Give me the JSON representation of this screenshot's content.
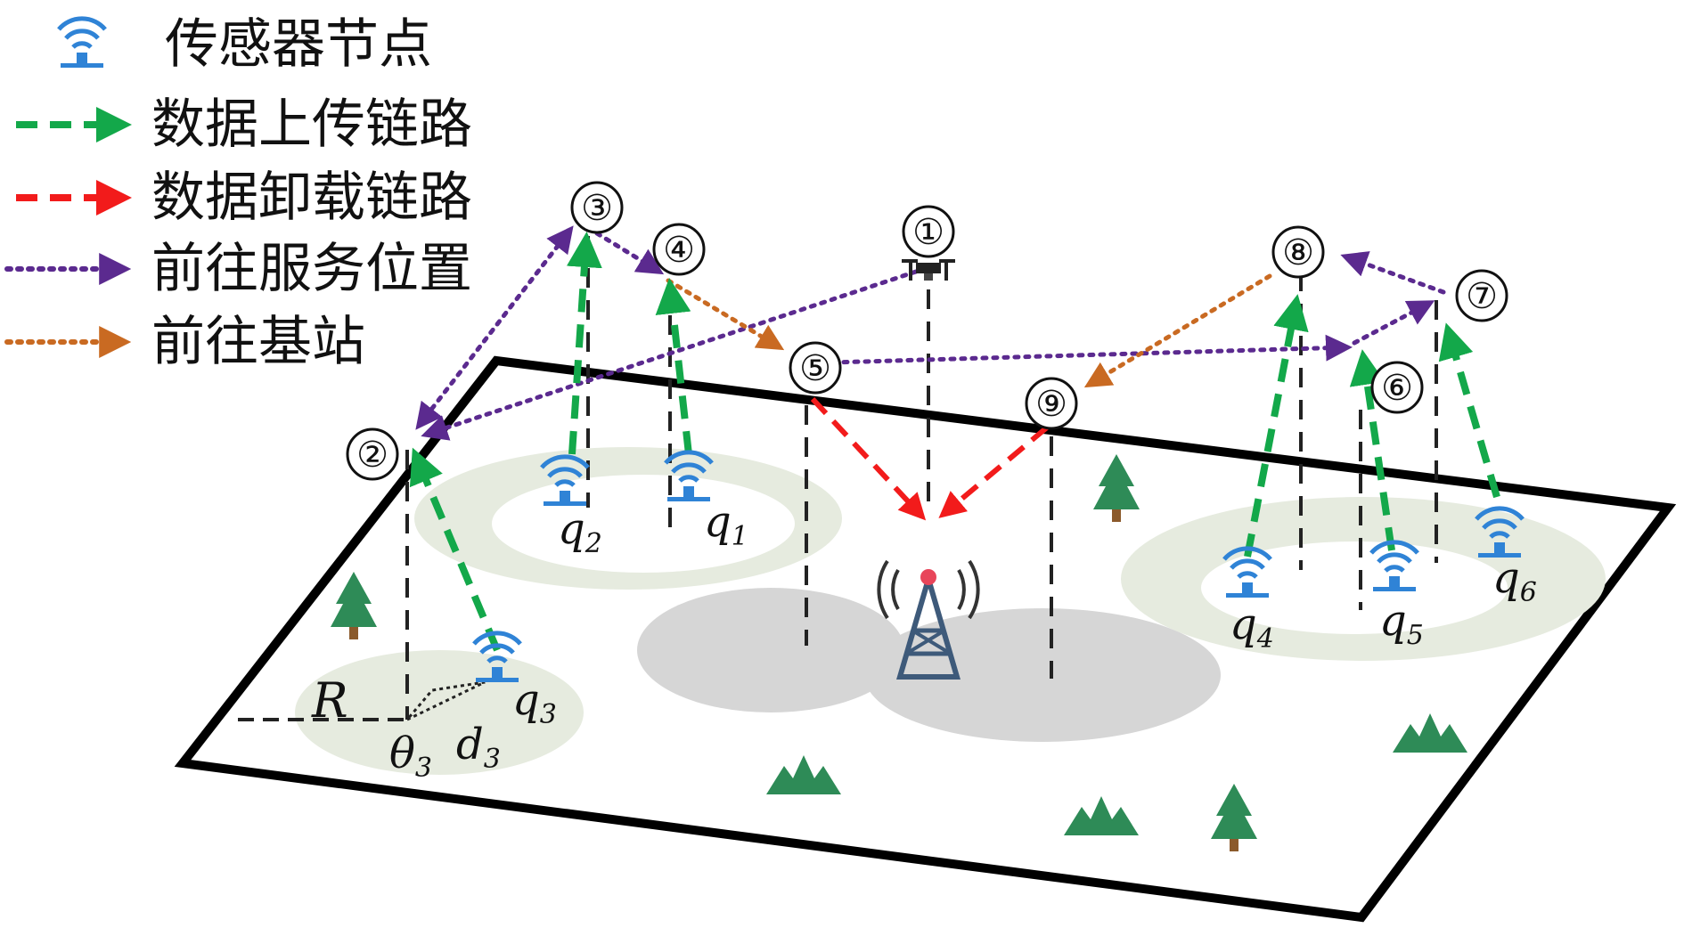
{
  "legend": [
    {
      "key": "sensor",
      "label": "传感器节点"
    },
    {
      "key": "upload",
      "label": "数据上传链路"
    },
    {
      "key": "offload",
      "label": "数据卸载链路"
    },
    {
      "key": "to_service",
      "label": "前往服务位置"
    },
    {
      "key": "to_bs",
      "label": "前往基站"
    }
  ],
  "colors": {
    "upload": "#13a84a",
    "offload": "#f21b1b",
    "to_service": "#5b2a8f",
    "to_bs": "#c96a22",
    "sensor": "#2f83d6",
    "tree": "#2e8b57",
    "coverage_green": "#e6ebdf",
    "coverage_gray": "#d6d6d6"
  },
  "waypoints": [
    "①",
    "②",
    "③",
    "④",
    "⑤",
    "⑥",
    "⑦",
    "⑧",
    "⑨"
  ],
  "sensors": [
    {
      "base": "q",
      "sub": "1"
    },
    {
      "base": "q",
      "sub": "2"
    },
    {
      "base": "q",
      "sub": "3"
    },
    {
      "base": "q",
      "sub": "4"
    },
    {
      "base": "q",
      "sub": "5"
    },
    {
      "base": "q",
      "sub": "6"
    }
  ],
  "geometry_labels": {
    "radius": "R",
    "theta": {
      "base": "θ",
      "sub": "3"
    },
    "distance": {
      "base": "d",
      "sub": "3"
    }
  }
}
